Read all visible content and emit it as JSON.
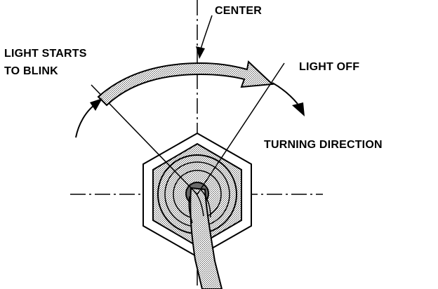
{
  "labels": {
    "center": "CENTER",
    "light_starts_line1": "LIGHT STARTS",
    "light_starts_line2": "TO BLINK",
    "light_off": "LIGHT OFF",
    "turning_direction": "TURNING DIRECTION"
  },
  "colors": {
    "ink": "#000000",
    "paper": "#ffffff",
    "stipple": "#8a8a8a"
  }
}
